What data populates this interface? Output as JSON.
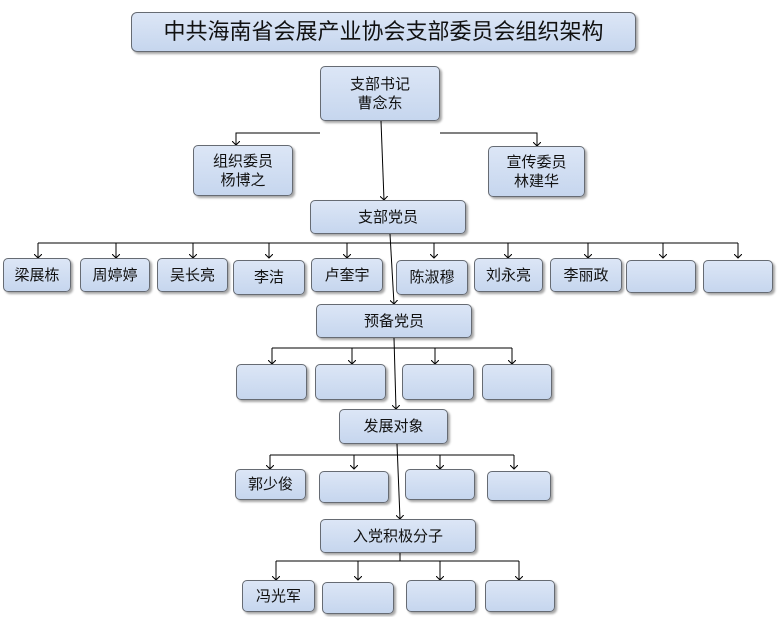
{
  "title": "中共海南省会展产业协会支部委员会组织架构",
  "secretary": {
    "role": "支部书记",
    "name": "曹念东"
  },
  "organization_member": {
    "role": "组织委员",
    "name": "杨博之"
  },
  "propaganda_member": {
    "role": "宣传委员",
    "name": "林建华"
  },
  "party_members": {
    "label": "支部党员",
    "names": [
      "梁展栋",
      "周婷婷",
      "吴长亮",
      "李洁",
      "卢奎宇",
      "陈淑穆",
      "刘永亮",
      "李丽政",
      "",
      ""
    ]
  },
  "probationary_members": {
    "label": "预备党员",
    "names": [
      "",
      "",
      "",
      ""
    ]
  },
  "development_targets": {
    "label": "发展对象",
    "names": [
      "郭少俊",
      "",
      "",
      ""
    ]
  },
  "activists": {
    "label": "入党积极分子",
    "names": [
      "冯光军",
      "",
      "",
      ""
    ]
  }
}
